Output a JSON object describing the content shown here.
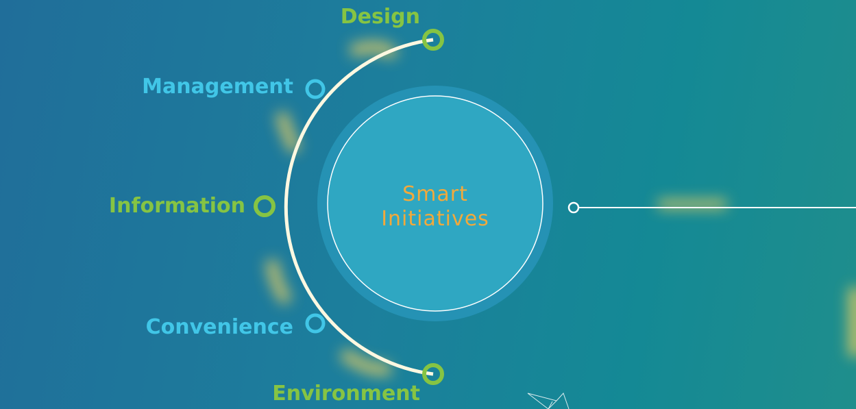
{
  "diagram": {
    "center_title": [
      "Smart",
      "Initiatives"
    ],
    "items": [
      {
        "label": "Design",
        "color": "#86c443"
      },
      {
        "label": "Management",
        "color": "#41c6e7"
      },
      {
        "label": "Information",
        "color": "#86c443"
      },
      {
        "label": "Convenience",
        "color": "#41c6e7"
      },
      {
        "label": "Environment",
        "color": "#86c443"
      }
    ]
  },
  "colors": {
    "background_start": "#206e9a",
    "background_end": "#1f8e8c",
    "center_fill": "#2fa7c2",
    "center_ring": "#2592b4",
    "center_text": "#f2a93b",
    "arc": "#fff8e1",
    "glow": "#f4d35e",
    "green": "#86c443",
    "blue": "#41c6e7"
  }
}
